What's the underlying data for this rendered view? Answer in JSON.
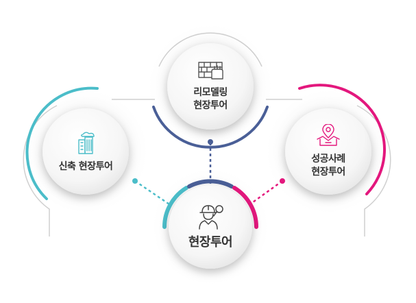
{
  "diagram": {
    "center": {
      "label": "현장투어",
      "icon": "worker-helmet-magnifier-icon"
    },
    "top": {
      "label_lines": [
        "리모델링",
        "현장투어"
      ],
      "icon": "brick-wall-hand-icon"
    },
    "left": {
      "label": "신축 현장투어",
      "icon": "new-building-icon"
    },
    "right": {
      "label_lines": [
        "성공사례",
        "현장투어"
      ],
      "icon": "map-pin-house-icon"
    }
  },
  "colors": {
    "teal": "#4bbdc9",
    "navy": "#4a5f97",
    "magenta": "#e3177d",
    "outline": "#cfcfcf",
    "icon": "#555555",
    "text": "#333333"
  }
}
